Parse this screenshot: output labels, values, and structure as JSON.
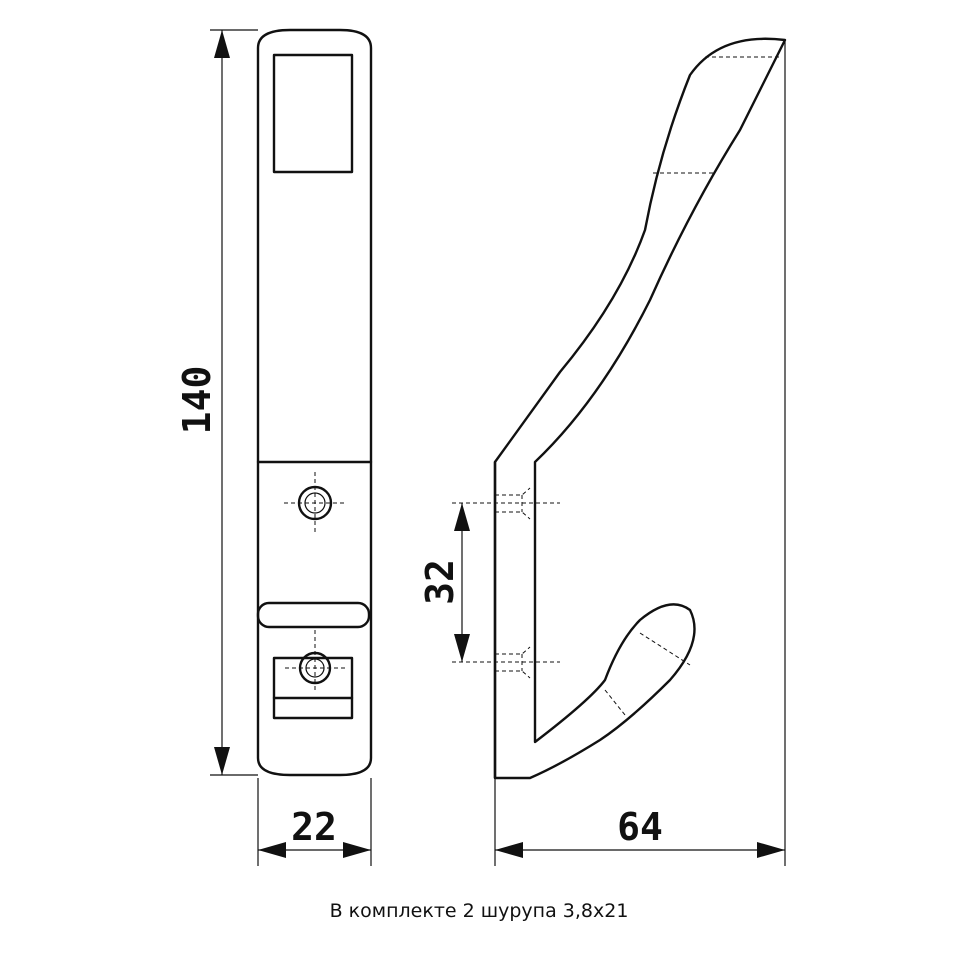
{
  "dimensions": {
    "height": "140",
    "width_front": "22",
    "depth": "64",
    "hole_spacing": "32"
  },
  "caption": "В комплекте 2 шурупа 3,8х21"
}
